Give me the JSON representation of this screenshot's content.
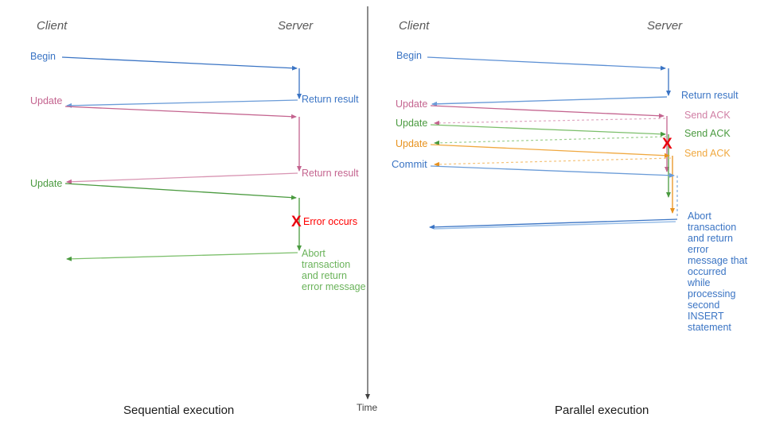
{
  "figure": {
    "background": "#ffffff",
    "divider_color": "#404040"
  },
  "palette": {
    "blue": "#3a74c4",
    "blue_light": "#8fb5e3",
    "pink": "#c4648f",
    "pink_light": "#e0a8c2",
    "green": "#4a9a3f",
    "green_light": "#9ccf8e",
    "orange": "#e8921e",
    "orange_light": "#f5c278",
    "red": "#ff0000",
    "gray": "#595959",
    "black": "#1a1a1a"
  },
  "time_axis": {
    "label": "Time"
  },
  "left_panel": {
    "caption": "Sequential execution",
    "client_title": "Client",
    "server_title": "Server",
    "messages": {
      "begin": "Begin",
      "return_result_1": "Return result",
      "update_1": "Update",
      "return_result_2": "Return result",
      "update_2": "Update",
      "error_mark": "X",
      "error_label": "Error occurs",
      "abort_text": "Abort transaction and return error message"
    }
  },
  "right_panel": {
    "caption": "Parallel execution",
    "client_title": "Client",
    "server_title": "Server",
    "messages": {
      "begin": "Begin",
      "return_result": "Return result",
      "update_1": "Update",
      "send_ack_1": "Send ACK",
      "update_2": "Update",
      "send_ack_2": "Send ACK",
      "update_3": "Update",
      "send_ack_3": "Send ACK",
      "commit": "Commit",
      "error_mark": "X",
      "abort_text": "Abort transaction and return error message that occurred while processing second INSERT statement"
    }
  }
}
